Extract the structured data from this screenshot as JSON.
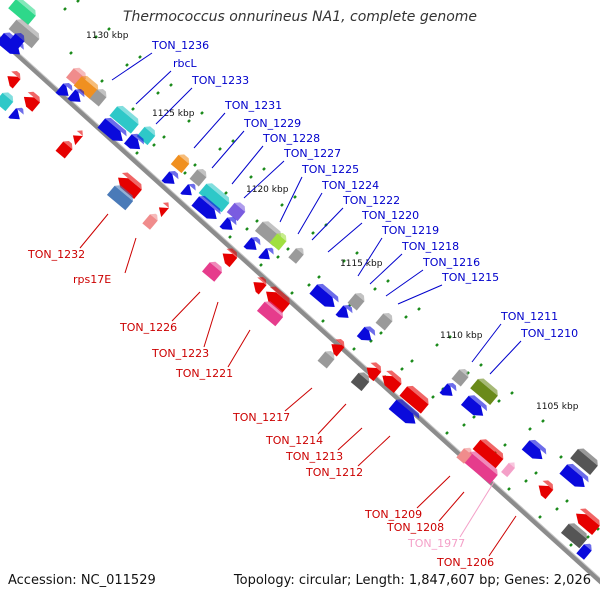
{
  "title": "Thermococcus onnurineus NA1, complete genome",
  "accession": "Accession: NC_011529",
  "topology": "Topology: circular; Length: 1,847,607 bp; Genes: 2,026",
  "colors": {
    "forward_label": "#0000cc",
    "reverse_label": "#cc0000",
    "pseudo_label": "#f4a0c8",
    "backbone": "#8c8c8c",
    "tick": "#1a8a1a"
  },
  "scale_labels": [
    "1130 kbp",
    "1125 kbp",
    "1120 kbp",
    "1115 kbp",
    "1110 kbp",
    "1105 kbp"
  ],
  "forward_labels": [
    "TON_1236",
    "rbcL",
    "TON_1233",
    "TON_1231",
    "TON_1229",
    "TON_1228",
    "TON_1227",
    "TON_1225",
    "TON_1224",
    "TON_1222",
    "TON_1220",
    "TON_1219",
    "TON_1218",
    "TON_1216",
    "TON_1215",
    "TON_1211",
    "TON_1210"
  ],
  "reverse_labels": [
    "TON_1232",
    "rps17E",
    "TON_1226",
    "TON_1223",
    "TON_1221",
    "TON_1217",
    "TON_1214",
    "TON_1213",
    "TON_1212",
    "TON_1209",
    "TON_1208",
    "TON_1977",
    "TON_1206"
  ]
}
